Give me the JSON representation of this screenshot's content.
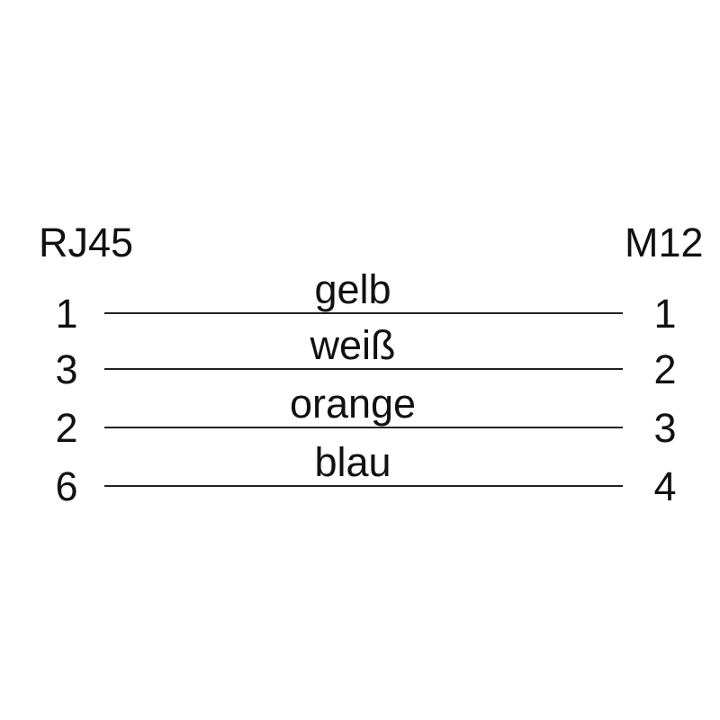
{
  "diagram": {
    "left_connector": "RJ45",
    "right_connector": "M12",
    "connections": [
      {
        "left_pin": "1",
        "wire": "gelb",
        "right_pin": "1"
      },
      {
        "left_pin": "3",
        "wire": "weiß",
        "right_pin": "2"
      },
      {
        "left_pin": "2",
        "wire": "orange",
        "right_pin": "3"
      },
      {
        "left_pin": "6",
        "wire": "blau",
        "right_pin": "4"
      }
    ],
    "colors": {
      "text": "#111111",
      "line": "#222222",
      "background": "#ffffff"
    }
  }
}
